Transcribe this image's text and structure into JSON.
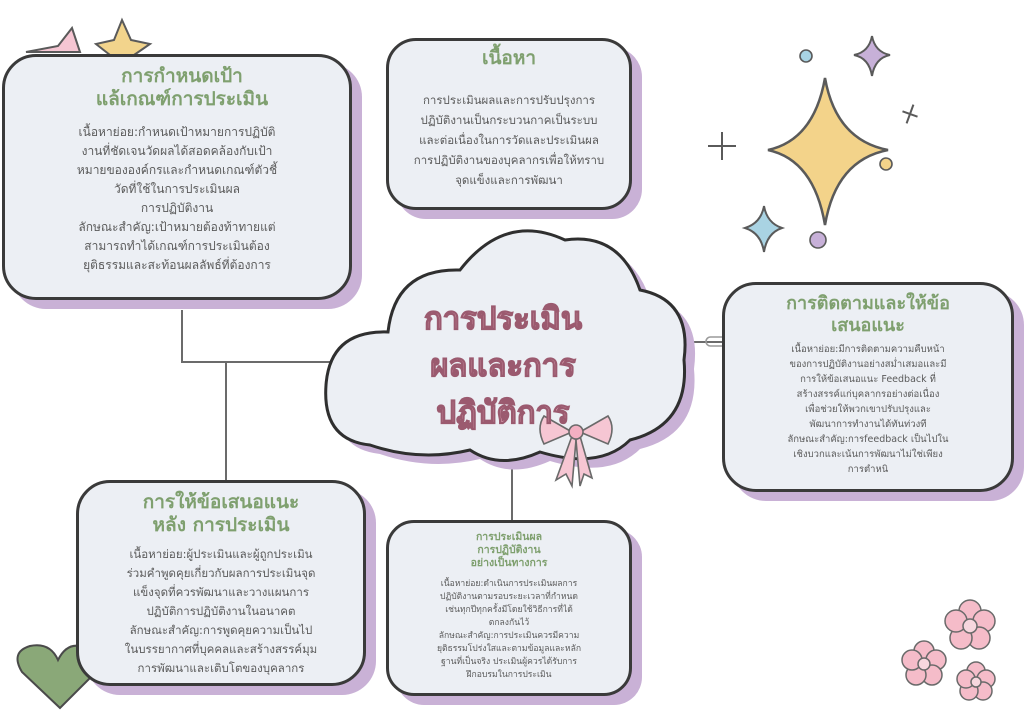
{
  "center": {
    "title": "การประเมิน\nผลและการ\nปฏิบัติการ"
  },
  "boxes": {
    "goal": {
      "title": "การกำหนดเป้า\nแล้เกณฑ์การประเมิน",
      "text": "เนื้อหาย่อย:กำหนดเป้าหมายการปฏิบัติ\nงานที่ชัดเจนวัดผลได้สอดคล้องกับเป้า\nหมายขององค์กรและกำหนดเกณฑ์ตัวชี้\nวัดที่ใช้ในการประเมินผล\nการปฏิบัติงาน\nลักษณะสำคัญ:เป้าหมายต้องท้าทายแต่\nสามารถทำได้เกณฑ์การประเมินต้อง\nยุติธรรมและสะท้อนผลลัพธ์ที่ต้องการ"
    },
    "content": {
      "title": "เนื้อหา",
      "text": "การประเมินผลและการปรับปรุงการ\nปฏิบัติงานเป็นกระบวนกาคเป็นระบบ\nและต่อเนื่องในการวัดและประเมินผล\nการปฏิบัติงานของบุคลากรเพื่อให้ทราบ\nจุดแข็งและการพัฒนา"
    },
    "monitor": {
      "title": "การติดตามและให้ข้อ\nเสนอแนะ",
      "text": "เนื้อหาย่อย:มีการติดตามความคืบหน้า\nของการปฏิบัติงานอย่างสม่ำเสมอและมี\nการให้ข้อเสนอแนะ Feedback ที่\nสร้างสรรค์แก่บุคลากรอย่างต่อเนื่อง\nเพื่อช่วยให้พวกเขาปรับปรุงและ\nพัฒนาการทำงานได้ทันท่วงที\nลักษณะสำคัญ:การfeedback เป็นไปใน\nเชิงบวกและเน้นการพัฒนาไม่ใช่เพียง\nการตำหนิ"
    },
    "feedback": {
      "title": "การให้ข้อเสนอแนะ\nหลัง การประเมิน",
      "text": "เนื้อหาย่อย:ผู้ประเมินและผู้ถูกประเมิน\nร่วมคำพูดคุยเกี่ยวกับผลการประเมินจุด\nแข็งจุดที่ควรพัฒนาและวางแผนการ\nปฏิบัติการปฏิบัติงานในอนาคต\nลักษณะสำคัญ:การพูดคุยความเป็นไป\nในบรรยากาศที่บุคคลและสร้างสรรค์มุม\nการพัฒนาและเติบโตของบุคลากร"
    },
    "formal": {
      "title": "การประเมินผล\nการปฏิบัติงาน\nอย่างเป็นทางการ",
      "text": "เนื้อหาย่อย:ดำเนินการประเมินผลการ\nปฏิบัติงานตามรอบระยะเวลาที่กำหนด\nเช่นทุกปีทุกครั้งมีโดยใช้วิธีการที่ได้\nตกลงกันไว้\nลักษณะสำคัญ:การประเมินควรมีความ\nยุติธรรมโปร่งใสและตามข้อมูลและหลัก\nฐานที่เป็นจริง ประเมินผู้ควรได้รับการ\nฝึกอบรมในการประเมิน"
    }
  },
  "colors": {
    "title_green": "#7fa06f",
    "shadow_lilac": "#c9b1d6",
    "box_fill": "#eceff4",
    "center_pink": "#f3b9c8"
  }
}
